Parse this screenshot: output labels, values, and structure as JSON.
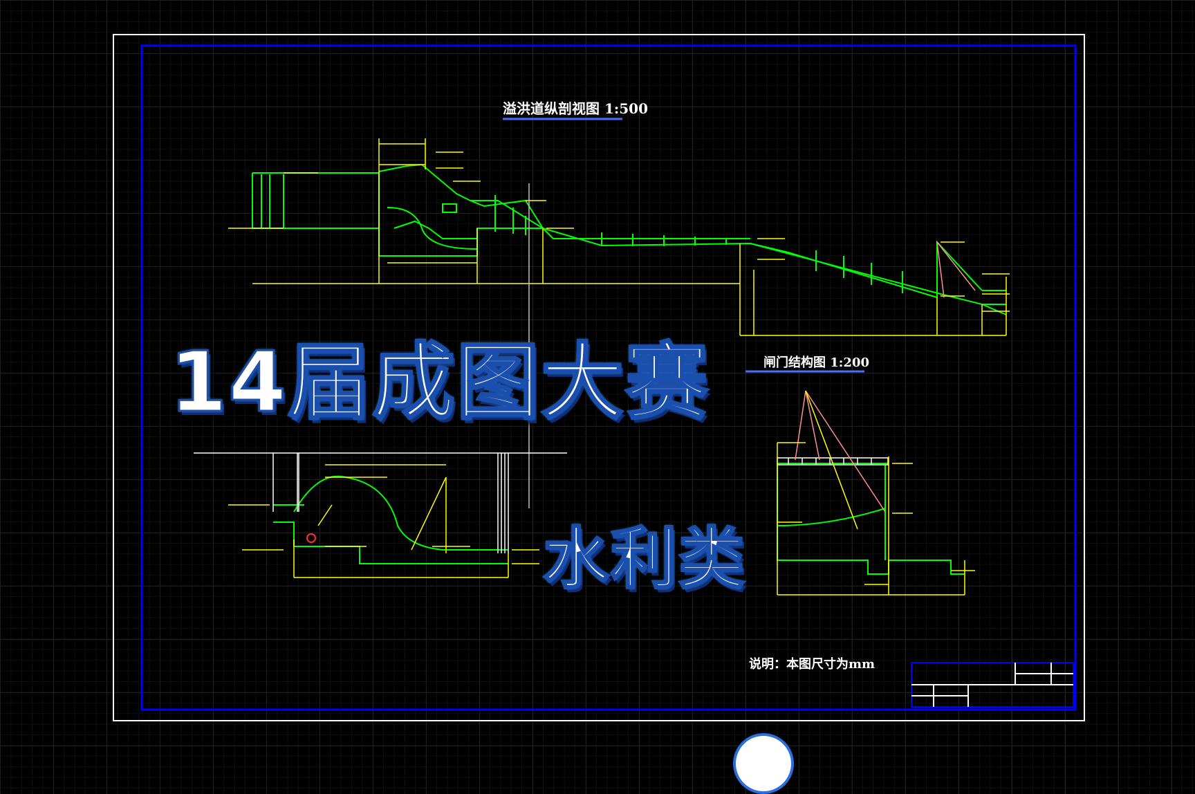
{
  "overlay": {
    "main_title": "14届成图大赛",
    "sub_title": "水利类"
  },
  "drawing": {
    "title_profile": "溢洪道纵剖视图 1:500",
    "title_gate": "闸门结构图 1:200",
    "note": "说明：本图尺寸为mm"
  },
  "colors": {
    "frame_outer": "#ffffff",
    "frame_inner": "#0000ff",
    "structure": "#00ff00",
    "dimension": "#ffff00",
    "gate_cable": "#ff9090",
    "title_text": "#ffffff",
    "overlay_fill": "#ffffff",
    "overlay_stroke": "#1a4fae"
  }
}
